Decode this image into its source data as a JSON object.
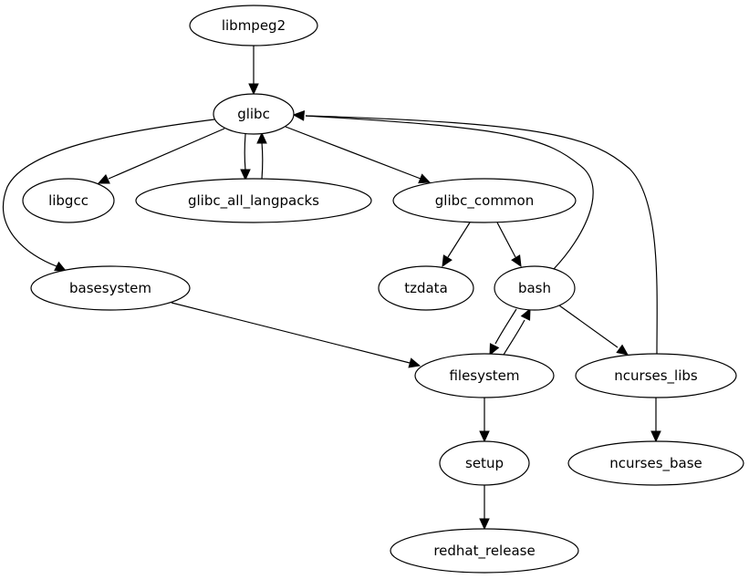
{
  "graph": {
    "type": "directed-dependency-graph",
    "nodes": [
      {
        "id": "libmpeg2",
        "label": "libmpeg2"
      },
      {
        "id": "glibc",
        "label": "glibc"
      },
      {
        "id": "libgcc",
        "label": "libgcc"
      },
      {
        "id": "glibc_all_langpacks",
        "label": "glibc_all_langpacks"
      },
      {
        "id": "glibc_common",
        "label": "glibc_common"
      },
      {
        "id": "basesystem",
        "label": "basesystem"
      },
      {
        "id": "tzdata",
        "label": "tzdata"
      },
      {
        "id": "bash",
        "label": "bash"
      },
      {
        "id": "filesystem",
        "label": "filesystem"
      },
      {
        "id": "ncurses_libs",
        "label": "ncurses_libs"
      },
      {
        "id": "setup",
        "label": "setup"
      },
      {
        "id": "ncurses_base",
        "label": "ncurses_base"
      },
      {
        "id": "redhat_release",
        "label": "redhat_release"
      }
    ],
    "edges": [
      {
        "from": "libmpeg2",
        "to": "glibc"
      },
      {
        "from": "glibc",
        "to": "libgcc"
      },
      {
        "from": "glibc",
        "to": "glibc_all_langpacks"
      },
      {
        "from": "glibc_all_langpacks",
        "to": "glibc"
      },
      {
        "from": "glibc",
        "to": "glibc_common"
      },
      {
        "from": "glibc",
        "to": "basesystem"
      },
      {
        "from": "glibc_common",
        "to": "tzdata"
      },
      {
        "from": "glibc_common",
        "to": "bash"
      },
      {
        "from": "bash",
        "to": "glibc"
      },
      {
        "from": "ncurses_libs",
        "to": "glibc"
      },
      {
        "from": "basesystem",
        "to": "filesystem"
      },
      {
        "from": "bash",
        "to": "filesystem"
      },
      {
        "from": "filesystem",
        "to": "bash"
      },
      {
        "from": "bash",
        "to": "ncurses_libs"
      },
      {
        "from": "filesystem",
        "to": "setup"
      },
      {
        "from": "ncurses_libs",
        "to": "ncurses_base"
      },
      {
        "from": "setup",
        "to": "redhat_release"
      }
    ]
  }
}
